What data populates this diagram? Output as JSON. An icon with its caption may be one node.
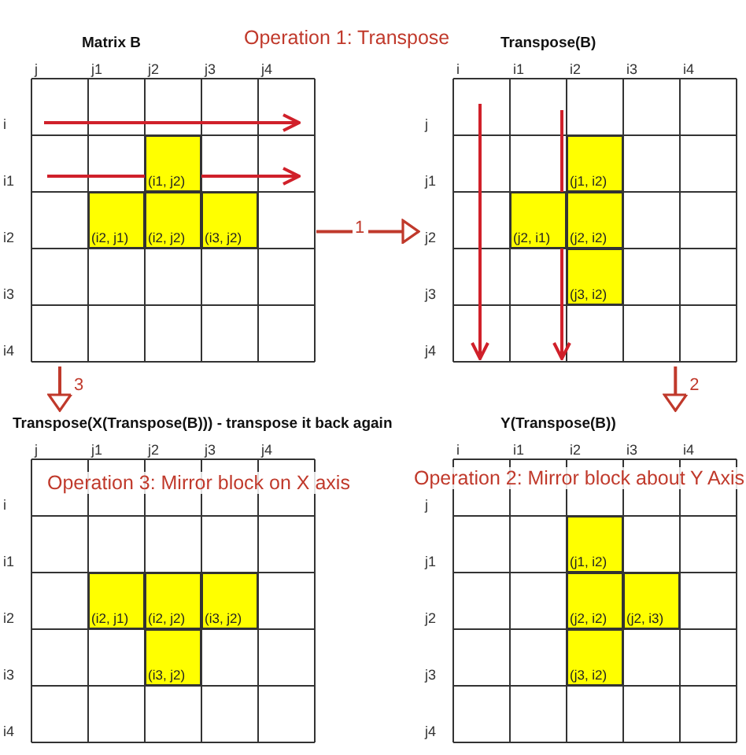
{
  "diagram": {
    "nodes": [
      {
        "text": [
          "Matrix B"
        ]
      },
      {
        "text": [
          "(i1, j2)"
        ],
        "in": 0
      },
      {
        "text": [
          "(i2, j1)"
        ],
        "in": 0
      },
      {
        "text": [
          "(i2, j2)"
        ],
        "in": 0
      },
      {
        "text": [
          "(i3, j2)"
        ],
        "in": 0
      },
      {
        "text": [
          "Transpose(B)"
        ]
      },
      {
        "text": [
          "(j1, i2)"
        ],
        "in": 5
      },
      {
        "text": [
          "(j2, i1)"
        ],
        "in": 5
      },
      {
        "text": [
          "(j2, i2)"
        ],
        "in": 5
      },
      {
        "text": [
          "(j3, i2)"
        ],
        "in": 5
      },
      {
        "text": [
          "Transpose(X(Transpose(B))) - transpose it back again"
        ]
      },
      {
        "text": [
          "(i2, j1)"
        ],
        "in": 10
      },
      {
        "text": [
          "(i2, j2)"
        ],
        "in": 10
      },
      {
        "text": [
          "(i3, j2)"
        ],
        "in": 10
      },
      {
        "text": [
          "(i3, j2)"
        ],
        "in": 10
      },
      {
        "text": [
          "Y(Transpose(B))"
        ]
      },
      {
        "text": [
          "(j1, i2)"
        ],
        "in": 15
      },
      {
        "text": [
          "(j2, i2)"
        ],
        "in": 15
      },
      {
        "text": [
          "(j2, i3)"
        ],
        "in": 15
      },
      {
        "text": [
          "(j3, i2)"
        ],
        "in": 15
      }
    ],
    "edges": [
      {
        "from": 0,
        "to": 5,
        "arrow": "to",
        "label": "1"
      },
      {
        "from": 5,
        "to": 15,
        "arrow": "to",
        "label": "2"
      },
      {
        "from": 0,
        "to": 10,
        "arrow": "to",
        "label": "3"
      }
    ],
    "labels": [
      "Operation 1: Transpose",
      "j",
      "j1",
      "j2",
      "j3",
      "j4",
      "i",
      "i1",
      "i2",
      "i3",
      "i4",
      "i",
      "i1",
      "i2",
      "i3",
      "i4",
      "j",
      "j1",
      "j2",
      "j3",
      "j4",
      "j",
      "j1",
      "j2",
      "j3",
      "j4",
      "i",
      "i1",
      "i2",
      "i3",
      "i4",
      "i",
      "i1",
      "i2",
      "i3",
      "i4",
      "j",
      "j1",
      "j2",
      "j3",
      "j4",
      "Operation 3: Mirror block on X axis",
      "Operation 2: Mirror block about Y Axis"
    ]
  }
}
